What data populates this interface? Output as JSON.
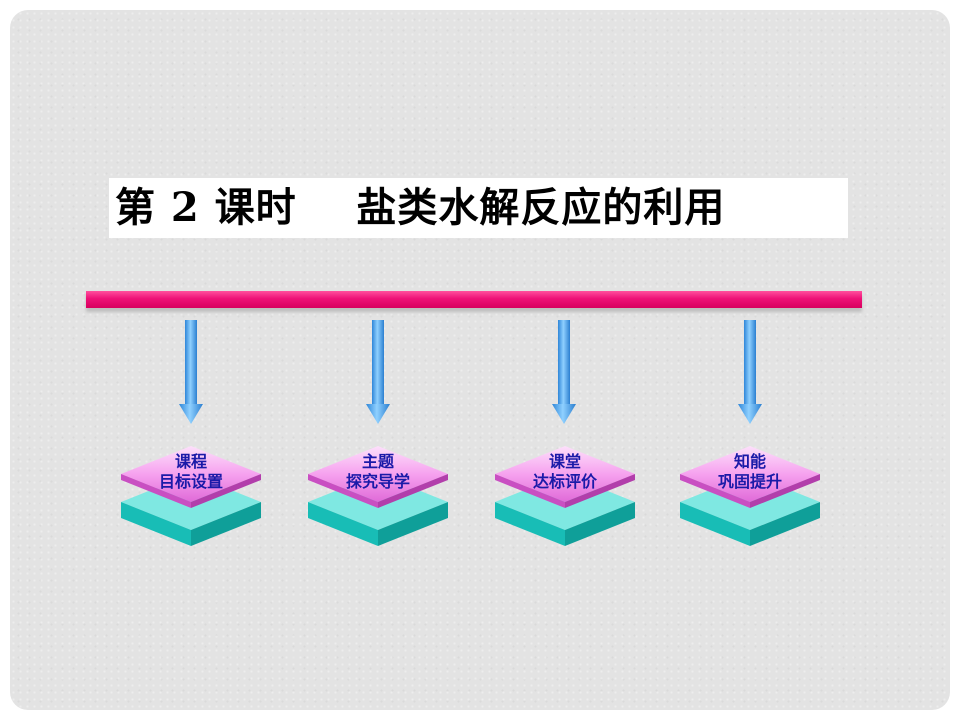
{
  "slide": {
    "title": "第 2 课时    盐类水解反应的利用"
  },
  "steps": [
    {
      "line1": "课程",
      "line2": "目标设置"
    },
    {
      "line1": "主题",
      "line2": "探究导学"
    },
    {
      "line1": "课堂",
      "line2": "达标评价"
    },
    {
      "line1": "知能",
      "line2": "巩固提升"
    }
  ],
  "colors": {
    "background": "#e3e3e3",
    "title_box": "#ffffff",
    "accent_bar": "#ee1177",
    "arrow": "#4aa8f0",
    "diamond_top": "#f9a6f2",
    "diamond_bottom": "#2fd2cc",
    "label_text": "#1a1aa8"
  },
  "icons": {
    "arrow": "arrow-down-icon",
    "step_shape": "layered-diamond-icon"
  }
}
